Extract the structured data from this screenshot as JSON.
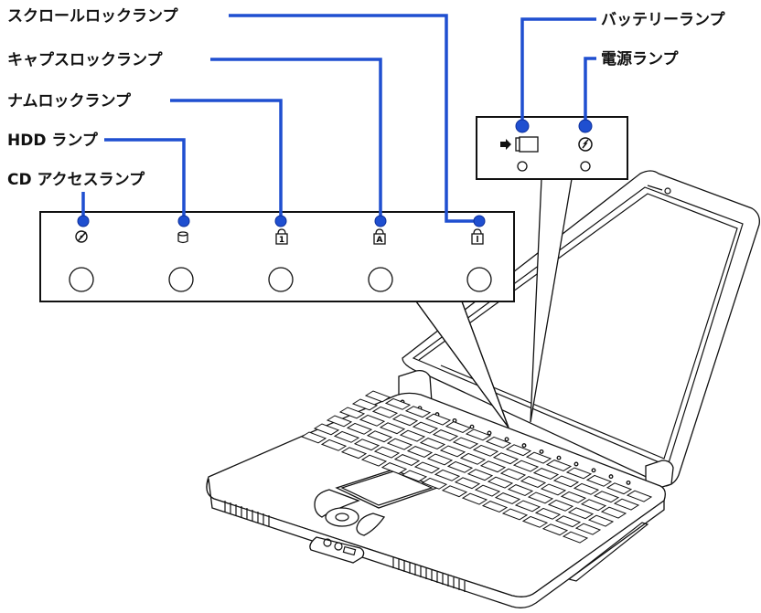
{
  "labels": {
    "scroll_lock": "スクロールロックランプ",
    "caps_lock": "キャプスロックランプ",
    "num_lock": "ナムロックランプ",
    "hdd": "HDD ランプ",
    "cd_access": "CD アクセスランプ",
    "battery": "バッテリーランプ",
    "power": "電源ランプ"
  },
  "colors": {
    "leader": "#1f4fd0",
    "outline": "#111111"
  },
  "icons": [
    "cd-icon",
    "hdd-icon",
    "num-lock-icon",
    "caps-lock-icon",
    "scroll-lock-icon",
    "battery-icon",
    "power-icon"
  ]
}
